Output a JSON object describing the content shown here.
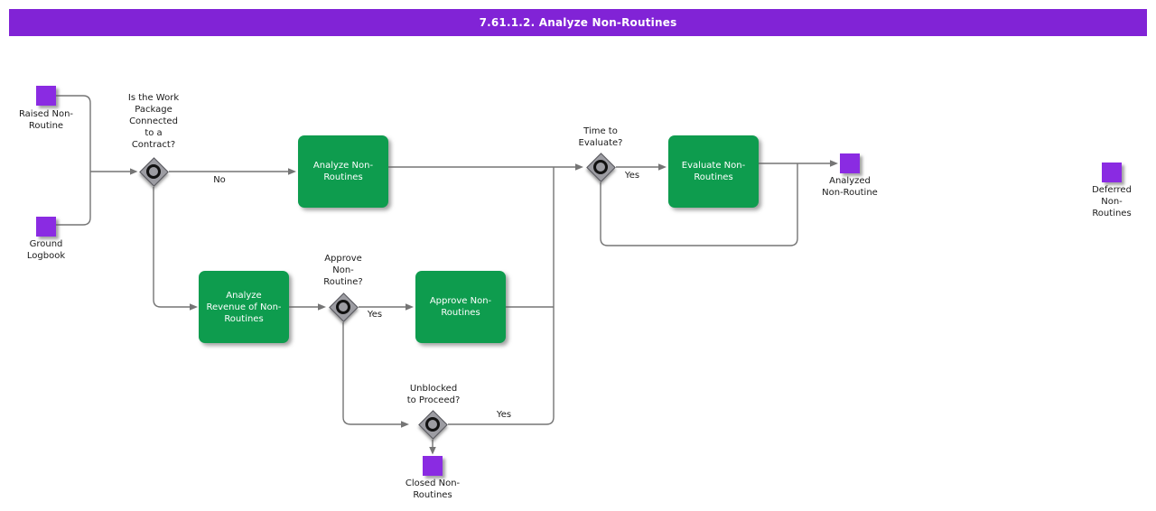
{
  "title": "7.61.1.2. Analyze Non-Routines",
  "colors": {
    "header": "#8123D6",
    "event": "#8A2BE2",
    "task": "#0E9C4E",
    "task_text": "#FFFFFF",
    "connector": "#757575",
    "decision_fill": "#9C9CA2",
    "decision_border": "#55555B",
    "decision_ring": "#111111",
    "text": "#1A1A1A"
  },
  "events": {
    "raised": {
      "label": "Raised Non-\nRoutine"
    },
    "ground": {
      "label": "Ground\nLogbook"
    },
    "analyzed": {
      "label": "Analyzed\nNon-Routine"
    },
    "deferred": {
      "label": "Deferred\nNon-\nRoutines"
    },
    "closed": {
      "label": "Closed Non-\nRoutines"
    }
  },
  "tasks": {
    "analyze": {
      "label": "Analyze Non-\nRoutines"
    },
    "evaluate": {
      "label": "Evaluate Non-\nRoutines"
    },
    "revenue": {
      "label": "Analyze\nRevenue of Non-\nRoutines"
    },
    "approve": {
      "label": "Approve Non-\nRoutines"
    }
  },
  "decisions": {
    "contract": {
      "question": "Is the Work\nPackage\nConnected\nto a\nContract?"
    },
    "evaluate_time": {
      "question": "Time to\nEvaluate?"
    },
    "approve": {
      "question": "Approve\nNon-\nRoutine?"
    },
    "unblocked": {
      "question": "Unblocked\nto Proceed?"
    }
  },
  "edge_labels": {
    "no_contract": "No",
    "yes_evaluate": "Yes",
    "yes_approve": "Yes",
    "yes_unblocked": "Yes"
  }
}
